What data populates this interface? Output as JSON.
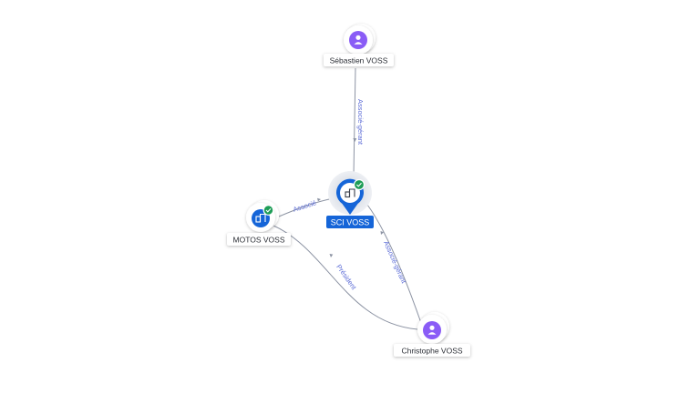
{
  "nodes": {
    "sebastien": {
      "label": "Sébastien VOSS",
      "kind": "person"
    },
    "sci": {
      "label": "SCI VOSS",
      "kind": "company",
      "verified": true,
      "focus": true
    },
    "motos": {
      "label": "MOTOS VOSS",
      "kind": "company",
      "verified": true
    },
    "christophe": {
      "label": "Christophe VOSS",
      "kind": "person"
    }
  },
  "edges": {
    "seb_sci": {
      "label": "Associé-gérant"
    },
    "motos_sci": {
      "label": "Associé"
    },
    "sci_chris": {
      "label": "Associé-gérant"
    },
    "motos_chris": {
      "label": "Président"
    }
  },
  "colors": {
    "person": "#8a5cf6",
    "company": "#1565d8",
    "verified": "#1e9d57",
    "edge": "#8c93a3",
    "edge_label": "#5b6bd6"
  },
  "icons": {
    "person": "user-icon",
    "company": "building-icon",
    "verified": "check-icon"
  }
}
